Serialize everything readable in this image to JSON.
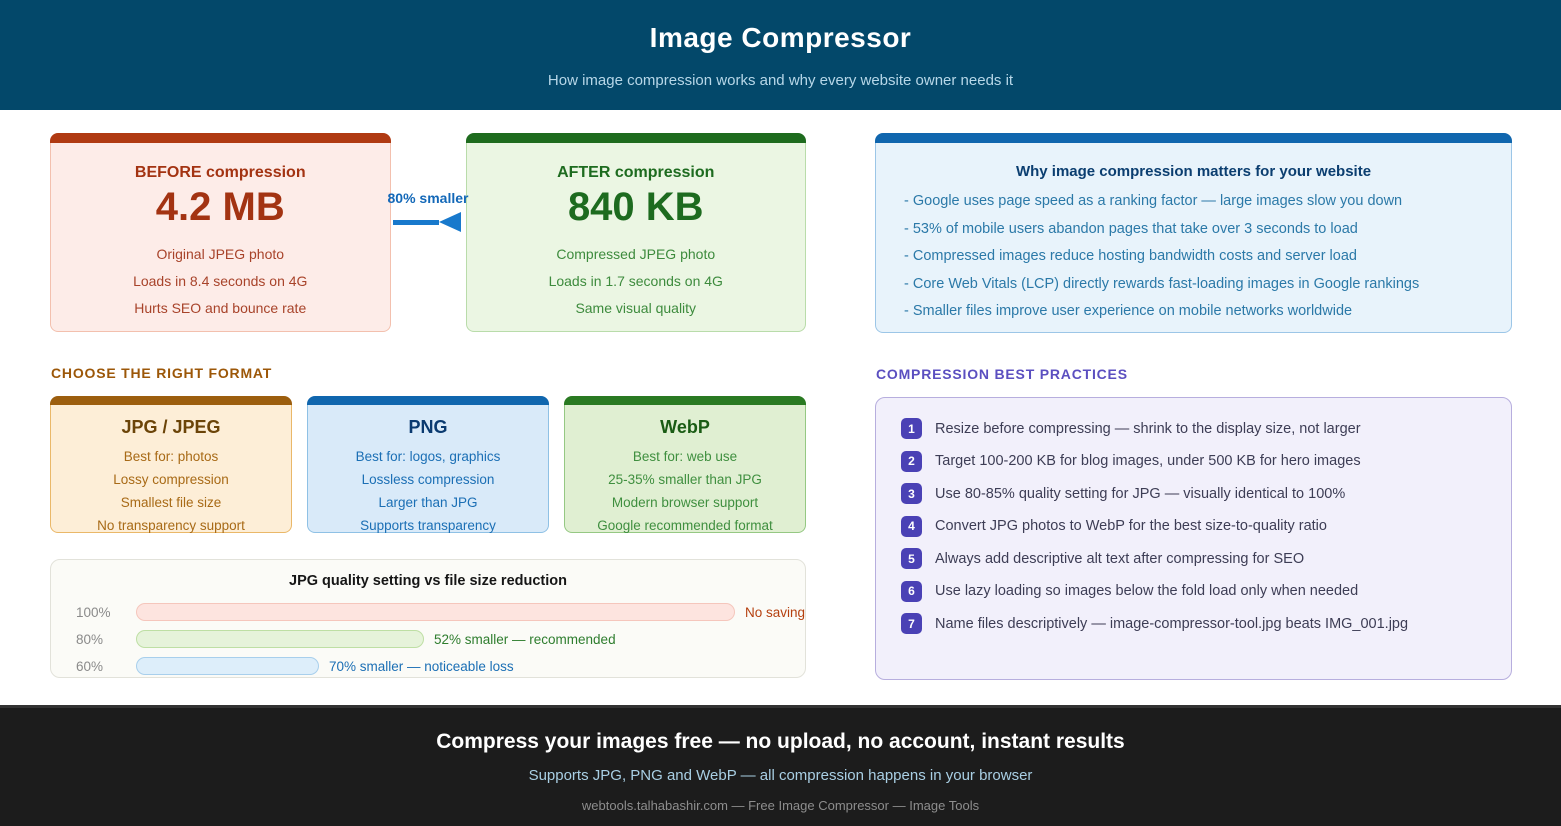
{
  "header": {
    "title": "Image Compressor",
    "subtitle": "How image compression works and why every website owner needs it"
  },
  "before_card": {
    "label": "BEFORE compression",
    "size": "4.2 MB",
    "lines": [
      "Original JPEG photo",
      "Loads in 8.4 seconds on 4G",
      "Hurts SEO and bounce rate"
    ]
  },
  "arrow": {
    "label": "80% smaller"
  },
  "after_card": {
    "label": "AFTER compression",
    "size": "840 KB",
    "lines": [
      "Compressed JPEG photo",
      "Loads in 1.7 seconds on 4G",
      "Same visual quality"
    ]
  },
  "why_card": {
    "title": "Why image compression matters for your website",
    "bullets": [
      "- Google uses page speed as a ranking factor — large images slow you down",
      "- 53% of mobile users abandon pages that take over 3 seconds to load",
      "- Compressed images reduce hosting bandwidth costs and server load",
      "- Core Web Vitals (LCP) directly rewards fast-loading images in Google rankings",
      "- Smaller files improve user experience on mobile networks worldwide"
    ]
  },
  "format_section": {
    "heading": "CHOOSE THE RIGHT FORMAT",
    "cards": [
      {
        "title": "JPG / JPEG",
        "lines": [
          "Best for: photos",
          "Lossy compression",
          "Smallest file size",
          "No transparency support"
        ]
      },
      {
        "title": "PNG",
        "lines": [
          "Best for: logos, graphics",
          "Lossless compression",
          "Larger than JPG",
          "Supports transparency"
        ]
      },
      {
        "title": "WebP",
        "lines": [
          "Best for: web use",
          "25-35% smaller than JPG",
          "Modern browser support",
          "Google recommended format"
        ]
      }
    ]
  },
  "chart": {
    "title": "JPG quality setting vs file size reduction",
    "rows": [
      {
        "label": "100%",
        "size_pct": 100,
        "note": "No saving"
      },
      {
        "label": "80%",
        "size_pct": 48,
        "note": "52% smaller — recommended"
      },
      {
        "label": "60%",
        "size_pct": 30.5,
        "note": "70% smaller — noticeable loss"
      }
    ]
  },
  "chart_data": {
    "type": "bar",
    "orientation": "horizontal",
    "title": "JPG quality setting vs file size reduction",
    "categories": [
      "100%",
      "80%",
      "60%"
    ],
    "values_file_size_remaining_pct": [
      100,
      48,
      30
    ],
    "values_reduction_pct": [
      0,
      52,
      70
    ],
    "annotations": [
      "No saving",
      "52% smaller — recommended",
      "70% smaller — noticeable loss"
    ],
    "xlabel": "",
    "ylabel": "JPG quality setting",
    "grid": false,
    "legend": false
  },
  "best_practices": {
    "heading": "COMPRESSION BEST PRACTICES",
    "items": [
      {
        "num": "1",
        "text": "Resize before compressing — shrink to the display size, not larger"
      },
      {
        "num": "2",
        "text": "Target 100-200 KB for blog images, under 500 KB for hero images"
      },
      {
        "num": "3",
        "text": "Use 80-85% quality setting for JPG — visually identical to 100%"
      },
      {
        "num": "4",
        "text": "Convert JPG photos to WebP for the best size-to-quality ratio"
      },
      {
        "num": "5",
        "text": "Always add descriptive alt text after compressing for SEO"
      },
      {
        "num": "6",
        "text": "Use lazy loading so images below the fold load only when needed"
      },
      {
        "num": "7",
        "text": "Name files descriptively — image-compressor-tool.jpg beats IMG_001.jpg"
      }
    ]
  },
  "footer": {
    "title": "Compress your images free — no upload, no account, instant results",
    "subtitle": "Supports JPG, PNG and WebP — all compression happens in your browser",
    "credit": "webtools.talhabashir.com — Free Image Compressor — Image Tools"
  },
  "colors": {
    "header_bg": "#03486a",
    "before_accent": "#b03a12",
    "after_accent": "#1e6b1e",
    "blue_accent": "#1066ae",
    "arrow_blue": "#1879cc",
    "formats_heading": "#9c5708",
    "practices_heading": "#5b4fc0",
    "practices_badge": "#4a41b5",
    "footer_bg": "#1c1c1c"
  }
}
